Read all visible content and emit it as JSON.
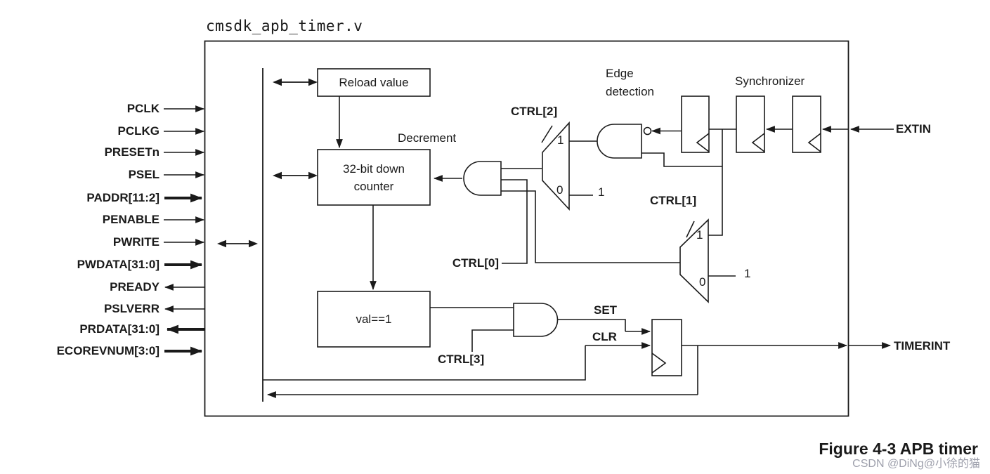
{
  "page": {
    "title": "cmsdk_apb_timer.v",
    "caption": "Figure 4-3 APB timer",
    "watermark": "CSDN @DiNg@小徐的猫"
  },
  "signals": {
    "left": [
      {
        "label": "PCLK",
        "direction": "input",
        "bus": false
      },
      {
        "label": "PCLKG",
        "direction": "input",
        "bus": false
      },
      {
        "label": "PRESETn",
        "direction": "input",
        "bus": false
      },
      {
        "label": "PSEL",
        "direction": "input",
        "bus": false
      },
      {
        "label": "PADDR[11:2]",
        "direction": "input",
        "bus": true
      },
      {
        "label": "PENABLE",
        "direction": "input",
        "bus": false
      },
      {
        "label": "PWRITE",
        "direction": "input",
        "bus": false
      },
      {
        "label": "PWDATA[31:0]",
        "direction": "input",
        "bus": true
      },
      {
        "label": "PREADY",
        "direction": "output",
        "bus": false
      },
      {
        "label": "PSLVERR",
        "direction": "output",
        "bus": false
      },
      {
        "label": "PRDATA[31:0]",
        "direction": "output",
        "bus": true
      },
      {
        "label": "ECOREVNUM[3:0]",
        "direction": "input",
        "bus": true
      }
    ],
    "right": [
      {
        "label": "EXTIN",
        "direction": "input"
      },
      {
        "label": "TIMERINT",
        "direction": "output"
      }
    ]
  },
  "blocks": {
    "reload": {
      "label": "Reload value"
    },
    "counter": {
      "line1": "32-bit down",
      "line2": "counter"
    },
    "comparator": {
      "label": "val==1"
    }
  },
  "annotations": {
    "decrement": "Decrement",
    "edge_detection_line1": "Edge",
    "edge_detection_line2": "detection",
    "synchronizer": "Synchronizer",
    "ctrl2": "CTRL[2]",
    "ctrl1": "CTRL[1]",
    "ctrl0": "CTRL[0]",
    "ctrl3": "CTRL[3]",
    "set": "SET",
    "clr": "CLR",
    "mux2": {
      "in1": "1",
      "in0": "0",
      "const": "1"
    },
    "mux1": {
      "in1": "1",
      "in0": "0",
      "const": "1"
    }
  },
  "colors": {
    "line": "#1a1a1a",
    "background": "#ffffff",
    "watermark": "#9ea0ac"
  }
}
